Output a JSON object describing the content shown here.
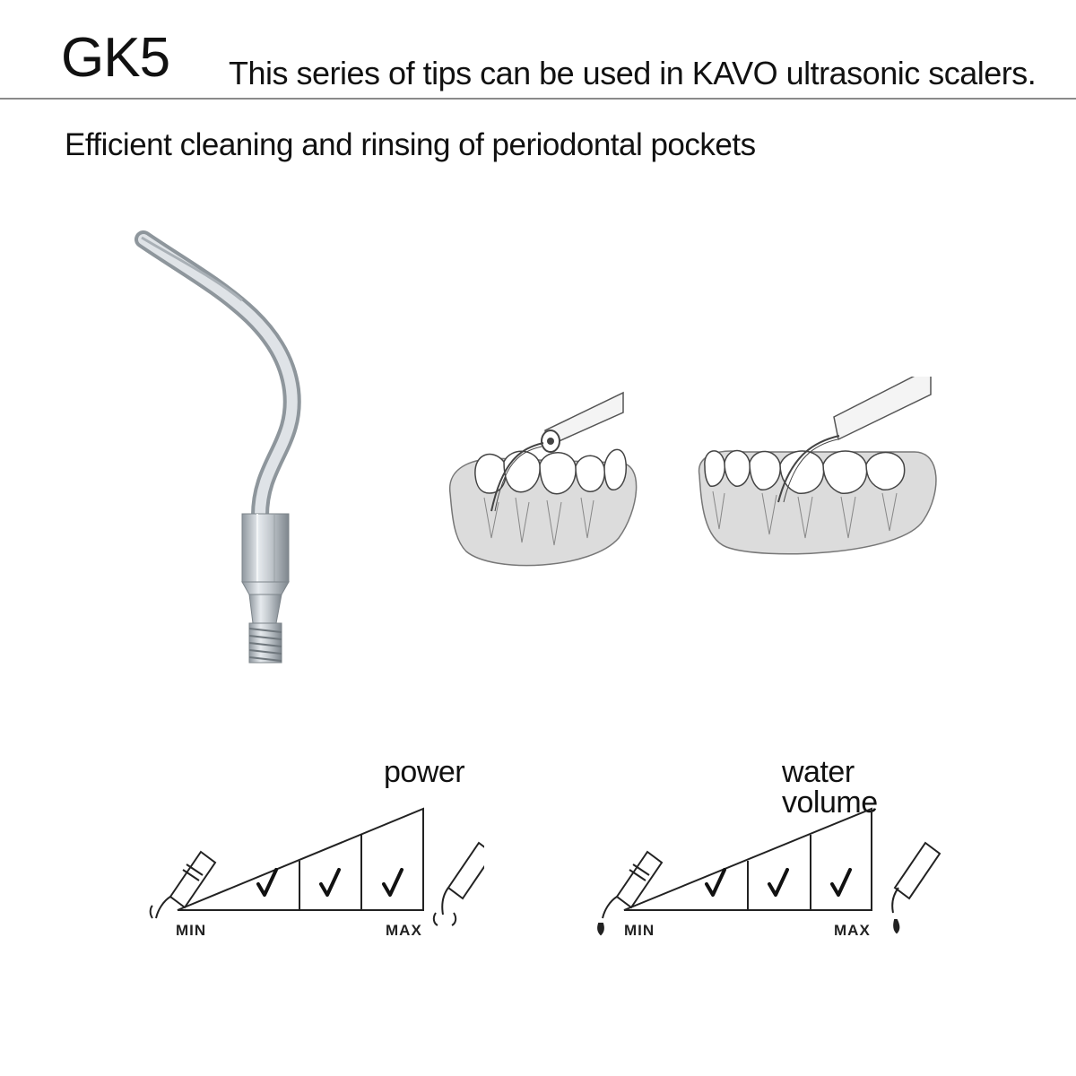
{
  "header": {
    "model": "GK5",
    "compatibility": "This series of tips can be used in KAVO ultrasonic scalers."
  },
  "subtitle": "Efficient cleaning and rinsing of periodontal pockets",
  "meters": [
    {
      "label": "power",
      "min_label": "MIN",
      "max_label": "MAX",
      "levels": [
        false,
        true,
        true,
        true
      ],
      "end_icon": "vibration-icon"
    },
    {
      "label": "water volume",
      "min_label": "MIN",
      "max_label": "MAX",
      "levels": [
        false,
        true,
        true,
        true
      ],
      "end_icon": "water-drop-icon"
    }
  ],
  "colors": {
    "rule": "#8a8a8a",
    "metal": "#b9c0c7",
    "gum": "#dcdcdc"
  }
}
